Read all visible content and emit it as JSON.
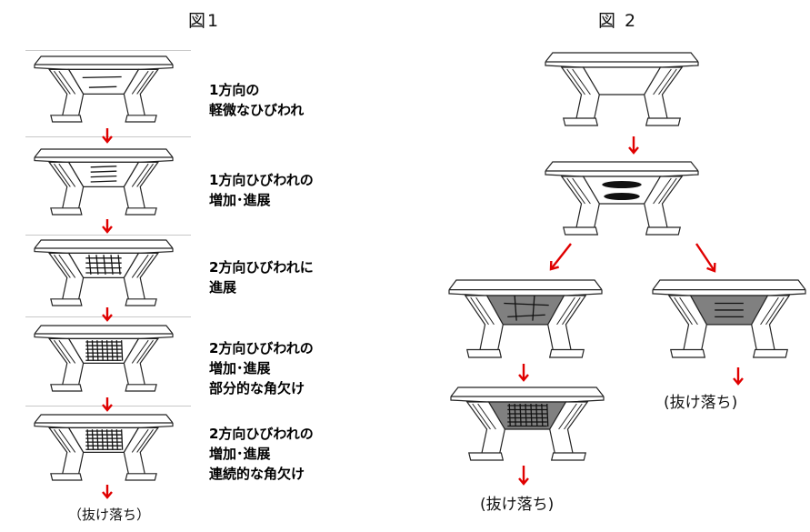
{
  "figure1": {
    "title": "図1",
    "steps": [
      {
        "caption": "1方向の\n軽微なひびわれ"
      },
      {
        "caption": "1方向ひびわれの\n増加･進展"
      },
      {
        "caption": "2方向ひびわれに\n進展"
      },
      {
        "caption": "2方向ひびわれの\n増加･進展\n部分的な角欠け"
      },
      {
        "caption": "2方向ひびわれの\n増加･進展\n連続的な角欠け"
      }
    ],
    "end_label": "（抜け落ち）"
  },
  "figure2": {
    "title": "図 2",
    "left_end_label": "(抜け落ち)",
    "right_end_label": "(抜け落ち)"
  },
  "colors": {
    "arrow": "#e00000",
    "hatch": "#808080",
    "line": "#222222"
  }
}
